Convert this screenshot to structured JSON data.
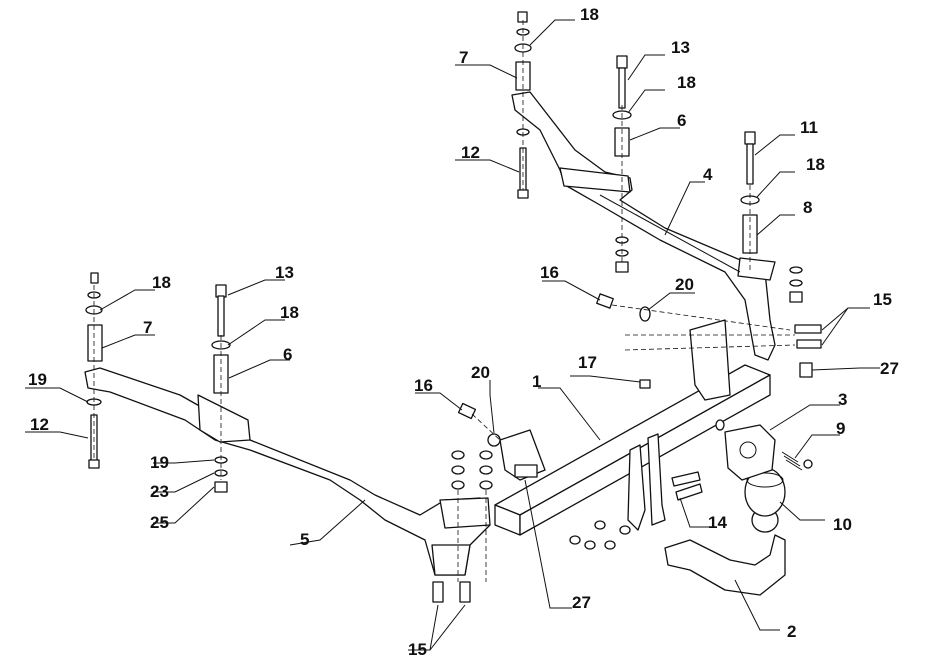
{
  "callouts": [
    {
      "id": "c1",
      "text": "1"
    },
    {
      "id": "c2",
      "text": "2"
    },
    {
      "id": "c3",
      "text": "3"
    },
    {
      "id": "c4",
      "text": "4"
    },
    {
      "id": "c5",
      "text": "5"
    },
    {
      "id": "c6a",
      "text": "6"
    },
    {
      "id": "c6b",
      "text": "6"
    },
    {
      "id": "c7a",
      "text": "7"
    },
    {
      "id": "c7b",
      "text": "7"
    },
    {
      "id": "c8",
      "text": "8"
    },
    {
      "id": "c9",
      "text": "9"
    },
    {
      "id": "c10",
      "text": "10"
    },
    {
      "id": "c11",
      "text": "11"
    },
    {
      "id": "c12a",
      "text": "12"
    },
    {
      "id": "c12b",
      "text": "12"
    },
    {
      "id": "c13a",
      "text": "13"
    },
    {
      "id": "c13b",
      "text": "13"
    },
    {
      "id": "c14",
      "text": "14"
    },
    {
      "id": "c15a",
      "text": "15"
    },
    {
      "id": "c15b",
      "text": "15"
    },
    {
      "id": "c16a",
      "text": "16"
    },
    {
      "id": "c16b",
      "text": "16"
    },
    {
      "id": "c17",
      "text": "17"
    },
    {
      "id": "c18a",
      "text": "18"
    },
    {
      "id": "c18b",
      "text": "18"
    },
    {
      "id": "c18c",
      "text": "18"
    },
    {
      "id": "c18d",
      "text": "18"
    },
    {
      "id": "c18e",
      "text": "18"
    },
    {
      "id": "c19a",
      "text": "19"
    },
    {
      "id": "c19b",
      "text": "19"
    },
    {
      "id": "c20a",
      "text": "20"
    },
    {
      "id": "c20b",
      "text": "20"
    },
    {
      "id": "c23",
      "text": "23"
    },
    {
      "id": "c25",
      "text": "25"
    },
    {
      "id": "c27a",
      "text": "27"
    },
    {
      "id": "c27b",
      "text": "27"
    }
  ]
}
